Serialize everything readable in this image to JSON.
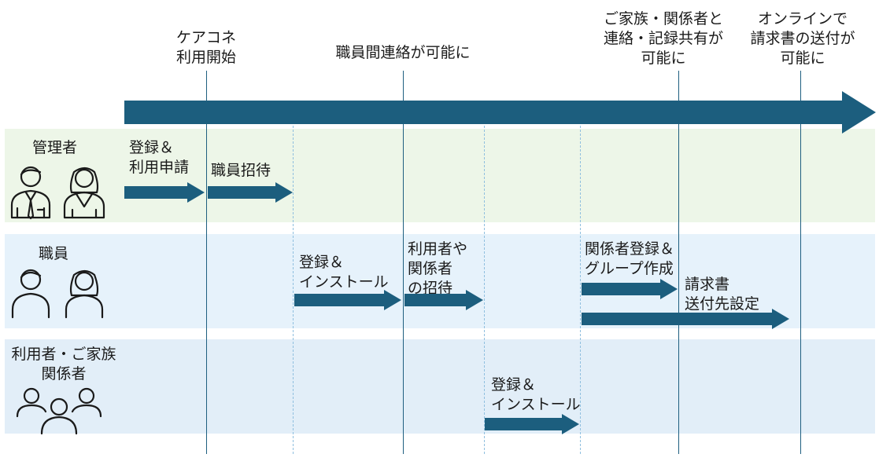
{
  "milestones": {
    "start": "ケアコネ\n利用開始",
    "staff_comm": "職員間連絡が可能に",
    "family_comm": "ご家族・関係者と\n連絡・記録共有が\n可能に",
    "online_invoice": "オンラインで\n請求書の送付が\n可能に"
  },
  "lanes": {
    "admin": {
      "label": "管理者",
      "icon": "manager-pair-icon",
      "steps": {
        "register": "登録＆\n利用申請",
        "invite_staff": "職員招待"
      }
    },
    "staff": {
      "label": "職員",
      "icon": "staff-pair-icon",
      "steps": {
        "install": "登録＆\nインストール",
        "invite_users": "利用者や\n関係者\nの招待",
        "register_related": "関係者登録＆\nグループ作成",
        "invoice_setup": "請求書\n送付先設定"
      }
    },
    "user": {
      "label": "利用者・ご家族\n関係者",
      "icon": "family-group-icon",
      "steps": {
        "install": "登録＆\nインストール"
      }
    }
  },
  "colors": {
    "arrow": "#1c5e7e",
    "admin_lane": "#edf6e8",
    "staff_lane": "#e6f2fb",
    "user_lane": "#e2eef8"
  }
}
